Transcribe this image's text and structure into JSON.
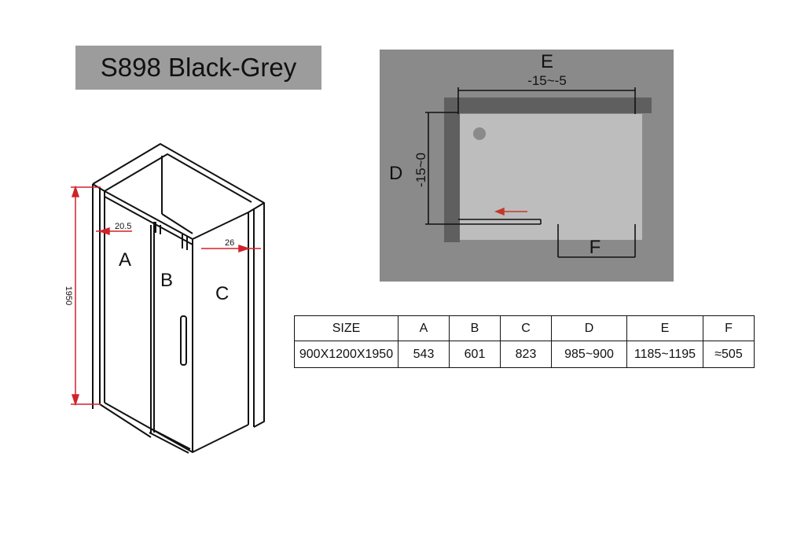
{
  "title": "S898 Black-Grey",
  "perspective": {
    "height_label": "1950",
    "dim_left_label": "20.5",
    "dim_right_label": "26",
    "panel_a": "A",
    "panel_b": "B",
    "panel_c": "C"
  },
  "plan": {
    "label_e": "E",
    "label_e_range": "-15~-5",
    "label_d": "D",
    "label_d_range": "-15~0",
    "label_f": "F"
  },
  "table": {
    "headers": [
      "SIZE",
      "A",
      "B",
      "C",
      "D",
      "E",
      "F"
    ],
    "row": [
      "900X1200X1950",
      "543",
      "601",
      "823",
      "985~900",
      "1185~1195",
      "≈505"
    ]
  },
  "colors": {
    "title_bg": "#9c9c9c",
    "plan_bg": "#8a8a8a",
    "plan_floor": "#bdbdbd",
    "plan_wall": "#5f5f5f",
    "dimension_red": "#d0222a"
  }
}
